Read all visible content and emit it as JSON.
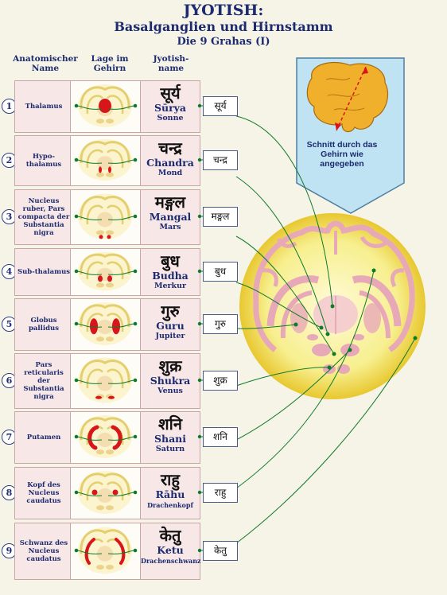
{
  "title": {
    "line1": "JYOTISH:",
    "line2": "Basalganglien und Hirnstamm",
    "line3": "Die 9 Grahas (I)"
  },
  "columns": {
    "anatomical": "Anatomischer Name",
    "location": "Lage im Gehirn",
    "jyotish": "Jyotish-name"
  },
  "callout": {
    "text": "Schnitt durch das Gehirn wie angegeben"
  },
  "colors": {
    "accent": "#1c2a70",
    "highlight_red": "#d8151a",
    "pointer_green": "#0f7a2a",
    "circle_yellow": "#f7ef8f",
    "brain_pink": "#e7a9b8",
    "callout_blue": "#bfe3f3",
    "brain_orange": "#f0b02c"
  },
  "grahas": [
    {
      "number": "1",
      "anatomical": "Thalamus",
      "sanskrit": "सूर्य",
      "name": "Sūrya",
      "german": "Sonne",
      "label": "सूर्य"
    },
    {
      "number": "2",
      "anatomical": "Hypo-thalamus",
      "sanskrit": "चन्द्र",
      "name": "Chandra",
      "german": "Mond",
      "label": "चन्द्र"
    },
    {
      "number": "3",
      "anatomical": "Nucleus ruber, Pars compacta der Substantia nigra",
      "sanskrit": "मङ्गल",
      "name": "Mangal",
      "german": "Mars",
      "label": "मङ्गल"
    },
    {
      "number": "4",
      "anatomical": "Sub-thalamus",
      "sanskrit": "बुध",
      "name": "Budha",
      "german": "Merkur",
      "label": "बुध"
    },
    {
      "number": "5",
      "anatomical": "Globus pallidus",
      "sanskrit": "गुरु",
      "name": "Guru",
      "german": "Jupiter",
      "label": "गुरु"
    },
    {
      "number": "6",
      "anatomical": "Pars reticularis der Substantia nigra",
      "sanskrit": "शुक्र",
      "name": "Shukra",
      "german": "Venus",
      "label": "शुक्र"
    },
    {
      "number": "7",
      "anatomical": "Putamen",
      "sanskrit": "शनि",
      "name": "Shani",
      "german": "Saturn",
      "label": "शनि"
    },
    {
      "number": "8",
      "anatomical": "Kopf des Nucleus caudatus",
      "sanskrit": "राहु",
      "name": "Rāhu",
      "german": "Drachenkopf",
      "label": "राहु"
    },
    {
      "number": "9",
      "anatomical": "Schwanz des Nucleus caudatus",
      "sanskrit": "केतु",
      "name": "Ketu",
      "german": "Drachenschwanz",
      "label": "केतु"
    }
  ]
}
